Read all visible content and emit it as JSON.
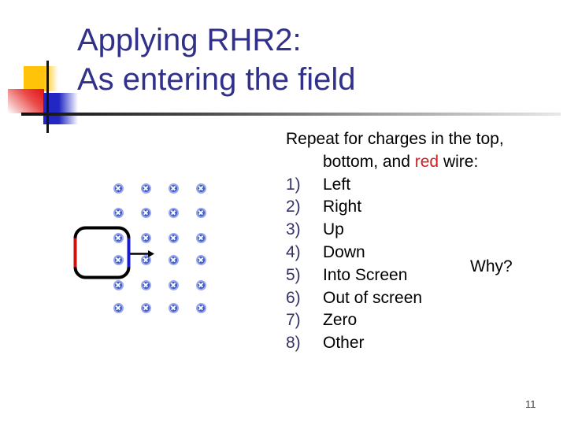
{
  "slide": {
    "title_line1": "Applying RHR2:",
    "title_line2": "As entering the field",
    "page_number": "11"
  },
  "diagram": {
    "field_symbol": "circled-x-into-screen",
    "grid_rows": 6,
    "grid_cols": 4,
    "loop_wire_color": "#000000",
    "loop_left_wire_color": "#cc1111",
    "loop_right_wire_color": "#1b1bc8",
    "arrow_direction": "right"
  },
  "content": {
    "intro_line1": "Repeat for charges in the top,",
    "intro_line2_prefix": "bottom, and ",
    "intro_line2_highlight": "red",
    "intro_line2_suffix": " wire:",
    "items": [
      {
        "number": "1)",
        "label": "Left"
      },
      {
        "number": "2)",
        "label": "Right"
      },
      {
        "number": "3)",
        "label": "Up"
      },
      {
        "number": "4)",
        "label": "Down"
      },
      {
        "number": "5)",
        "label": "Into Screen"
      },
      {
        "number": "6)",
        "label": "Out of screen"
      },
      {
        "number": "7)",
        "label": "Zero"
      },
      {
        "number": "8)",
        "label": "Other"
      }
    ],
    "why_label": "Why?"
  },
  "colors": {
    "title": "#31318b",
    "list_number": "#333366",
    "highlight_red": "#cc2222",
    "field_symbol_fill": "#3f58c8",
    "field_symbol_ring": "#98a8e8",
    "deco_yellow": "#ffc40a",
    "deco_red": "#e11212",
    "deco_blue": "#2227c4"
  }
}
